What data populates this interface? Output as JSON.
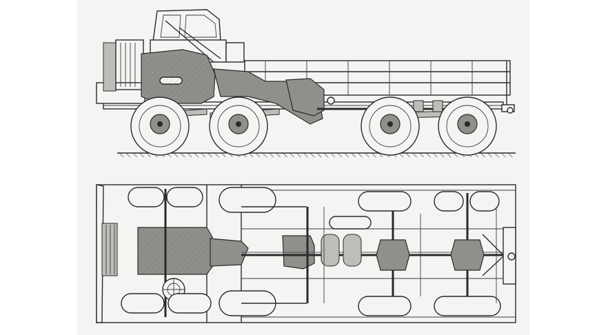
{
  "palette": {
    "paper": "#f4f4f2",
    "ink": "#2a2a2a",
    "shade_dark": "#8f8f8c",
    "shade_mid": "#bdbdb9"
  },
  "figures": [
    {
      "view": "side-elevation",
      "wheels": 4
    },
    {
      "view": "plan",
      "wheels": 8
    }
  ]
}
